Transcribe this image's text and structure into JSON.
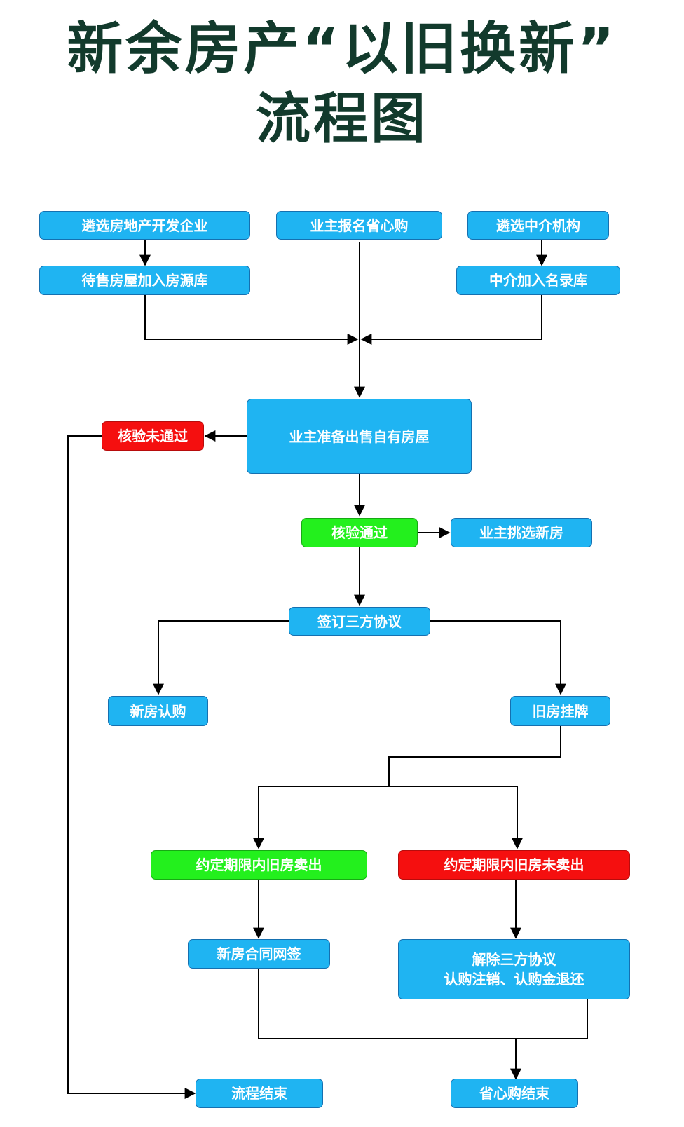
{
  "title": {
    "line1": "新余房产“以旧换新”",
    "line2": "流程图"
  },
  "colors": {
    "title": "#123a2c",
    "node_blue": "#1fb4f2",
    "node_red": "#f50f0f",
    "node_green": "#23f01d",
    "line": "#000000"
  },
  "nodes": {
    "select_developer": "遴选房地产开发企业",
    "owner_register": "业主报名省心购",
    "select_agency": "遴选中介机构",
    "houses_to_pool": "待售房屋加入房源库",
    "agency_to_list": "中介加入名录库",
    "owner_prepare_sale": "业主准备出售自有房屋",
    "verify_failed": "核验未通过",
    "verify_passed": "核验通过",
    "owner_choose_new": "业主挑选新房",
    "sign_tripartite": "签订三方协议",
    "new_house_subscribe": "新房认购",
    "old_house_listing": "旧房挂牌",
    "sold_in_period": "约定期限内旧房卖出",
    "unsold_in_period": "约定期限内旧房未卖出",
    "new_contract_online": "新房合同网签",
    "cancel_agreement_l1": "解除三方协议",
    "cancel_agreement_l2": "认购注销、认购金退还",
    "process_end": "流程结束",
    "worry_free_end": "省心购结束"
  }
}
